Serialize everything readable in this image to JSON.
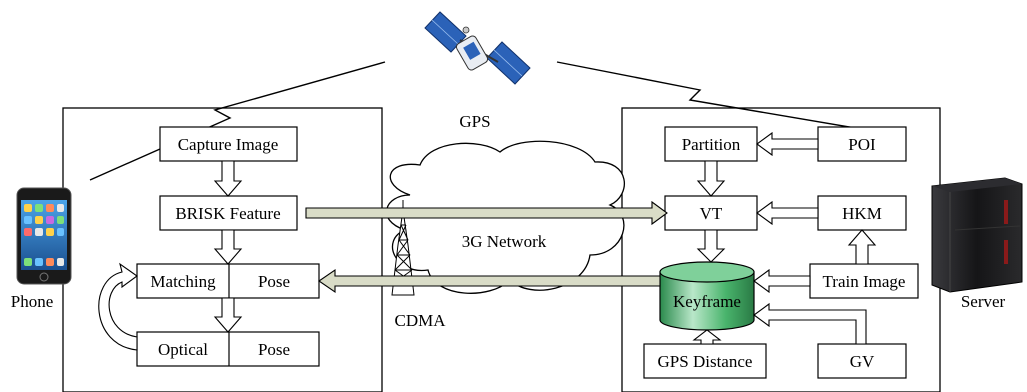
{
  "labels": {
    "gps": "GPS",
    "phone": "Phone",
    "server": "Server",
    "cdma": "CDMA",
    "network": "3G Network"
  },
  "phone_blocks": {
    "capture": "Capture Image",
    "brisk": "BRISK Feature",
    "matching": "Matching",
    "pose_top": "Pose",
    "optical": "Optical",
    "pose_bottom": "Pose"
  },
  "server_blocks": {
    "partition": "Partition",
    "poi": "POI",
    "vt": "VT",
    "hkm": "HKM",
    "train": "Train Image",
    "keyframe": "Keyframe",
    "gps_distance": "GPS Distance",
    "gv": "GV"
  },
  "colors": {
    "line": "#000000",
    "network_arrow_fill": "#d9dcc7",
    "keyframe_light": "#b9e7c9",
    "keyframe_mid": "#49b46c",
    "keyframe_dark": "#2a8a4c",
    "satellite_blue": "#2b62b8",
    "server_dark": "#1b1b1d",
    "server_red": "#8a1a1a"
  }
}
